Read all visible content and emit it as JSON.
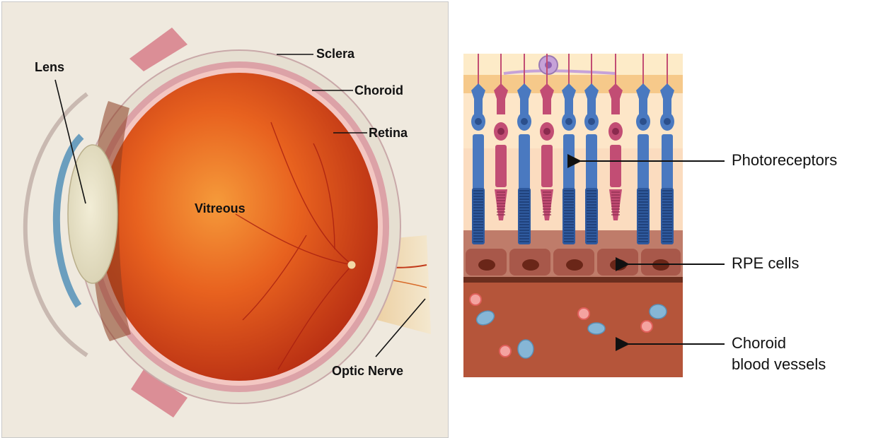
{
  "eye_labels": {
    "lens": "Lens",
    "sclera": "Sclera",
    "choroid": "Choroid",
    "retina": "Retina",
    "vitreous": "Vitreous",
    "optic_nerve": "Optic Nerve"
  },
  "retina_labels": {
    "photoreceptors": "Photoreceptors",
    "rpe_cells": "RPE cells",
    "choroid_line1": "Choroid",
    "choroid_line2": "blood vessels"
  },
  "colors": {
    "eyeball": "#e0401a",
    "sclera": "#eae3d6",
    "rod": "#4a79c0",
    "cone": "#c24d74",
    "rpe": "#8a4a3a",
    "choroid_layer": "#b5553a"
  }
}
